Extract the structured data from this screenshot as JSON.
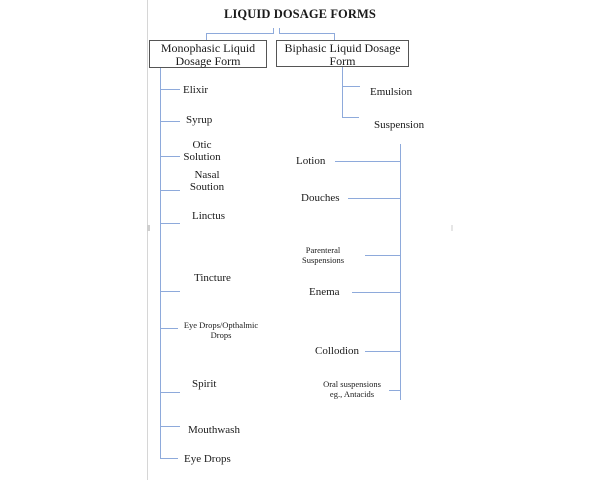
{
  "diagram": {
    "title": "LIQUID DOSAGE FORMS",
    "line_color": "#8eaadb",
    "monophasic": {
      "heading": [
        "Monophasic Liquid",
        "Dosage Form"
      ],
      "items": [
        "Elixir",
        "Syrup",
        [
          "Otic",
          "Solution"
        ],
        [
          "Nasal",
          "Soution"
        ],
        "Linctus",
        "Tincture",
        [
          "Eye Drops/Opthalmic",
          "Drops"
        ],
        "Spirit",
        "Mouthwash",
        "Eye Drops"
      ]
    },
    "biphasic": {
      "heading": [
        "Biphasic Liquid Dosage",
        "Form"
      ],
      "items": [
        "Emulsion",
        "Suspension"
      ],
      "suspension_items": [
        "Lotion",
        "Douches",
        [
          "Parenteral",
          "Suspensions"
        ],
        "Enema",
        "Collodion",
        [
          "Oral suspensions",
          "eg., Antacids"
        ]
      ]
    }
  }
}
